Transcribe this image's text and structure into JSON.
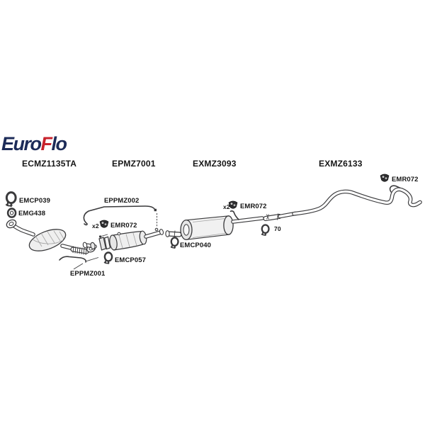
{
  "brand": {
    "part1": "Euro",
    "part2": "F",
    "part3": "lo"
  },
  "headers": [
    {
      "label": "ECMZ1135TA"
    },
    {
      "label": "EPMZ7001"
    },
    {
      "label": "EXMZ3093"
    },
    {
      "label": "EXMZ6133"
    }
  ],
  "labels": {
    "emcp039": "EMCP039",
    "emg438": "EMG438",
    "eppmz002": "EPPMZ002",
    "qty_center": "x2",
    "emr072_center": "EMR072",
    "emcp057": "EMCP057",
    "eppmz001": "EPPMZ001",
    "emcp040": "EMCP040",
    "qty_mid": "x2",
    "emr072_mid": "EMR072",
    "clamp_size": "70",
    "emr072_tail": "EMR072"
  },
  "colors": {
    "brand_navy": "#1c2b58",
    "brand_red": "#c8232c",
    "line": "#3a3a3c"
  }
}
